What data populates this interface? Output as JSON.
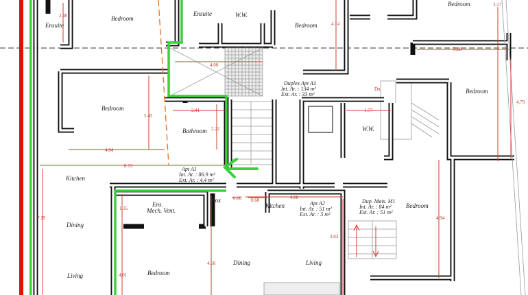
{
  "plan": {
    "colors": {
      "wall": "#111111",
      "dimension": "#d23b2b",
      "highlight_green": "#3ccf3c",
      "boundary_red": "#e01010",
      "setback_orange": "#e07020"
    },
    "rooms": {
      "ensuite_tl": "Ensuite",
      "bedroom_top": "Bedroom",
      "ensuite_top": "Ensuite",
      "ww_top": "W.W.",
      "bedroom_a3": "Bedroom",
      "bedroom_tr": "Bedroom",
      "bedroom_right": "Bedroom",
      "bedroom_a1": "Bedroom",
      "bathroom": "Bathroom",
      "ww_mid": "W.W.",
      "kitchen_a1": "Kitchen",
      "ens_a": "Ens.",
      "mech_vent": "Mech. Vent.",
      "box": "Box",
      "kitchen_a2": "Kitchen",
      "bedroom_m1": "Bedroom",
      "dining_a1": "Dining",
      "living_a1": "Living",
      "bedroom_low": "Bedroom",
      "dining_a2": "Dining",
      "living_a2": "Living",
      "dn": "Dn"
    },
    "apartments": {
      "a3": {
        "name": "Duplex Apt A3",
        "int": "Int. Ar. : 134 m²",
        "ext": "Ext. Ar. : 33 m²"
      },
      "a1": {
        "name": "Apt A1",
        "int": "Int. Ar. : 86.9 m²",
        "ext": "Ext. Ar. : 4.4 m²"
      },
      "a2": {
        "name": "Apt A2",
        "int": "Int. Ar. : 51 m²",
        "ext": "Ext. Ar. : 5 m²"
      },
      "m1": {
        "name": "Dup. Mais. M1",
        "int": "Int. Ar. : 84 m²",
        "ext": "Ext. Ar. : 51 m²"
      }
    },
    "dimensions": {
      "d240": "2.40",
      "d414": "4.14",
      "d317": "3.17",
      "d400": "4.00",
      "d388": "3.88",
      "d479": "4.79",
      "d177": "1.77",
      "d545": "5.45",
      "d241": "2.41",
      "d222": "2.22",
      "d404": "4.04",
      "d813": "8.13",
      "d719": "7.19",
      "d135": "1.35",
      "d066": "0.66",
      "d060": "0.60",
      "d408": "4.08",
      "d494": "4.94",
      "d383": "3.83",
      "d458": "4.58",
      "d401": "4.01"
    }
  }
}
